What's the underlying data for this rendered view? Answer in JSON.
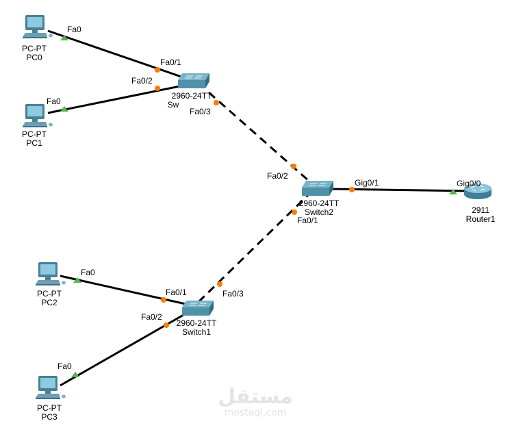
{
  "colors": {
    "link": "#000000",
    "port_up": "#ff7a00",
    "port_green": "#52b848",
    "switch_top": "#6aa7bb",
    "switch_side": "#3d7e93",
    "pc_screen": "#7dbfd6",
    "pc_body": "#5b8fa5",
    "router_body": "#4f93ab"
  },
  "devices": [
    {
      "id": "pc0",
      "type": "pc",
      "model": "PC-PT",
      "name": "PC0"
    },
    {
      "id": "pc1",
      "type": "pc",
      "model": "PC-PT",
      "name": "PC1"
    },
    {
      "id": "pc2",
      "type": "pc",
      "model": "PC-PT",
      "name": "PC2"
    },
    {
      "id": "pc3",
      "type": "pc",
      "model": "PC-PT",
      "name": "PC3"
    },
    {
      "id": "switch0",
      "type": "switch",
      "model": "2960-24TT",
      "name": "Sw"
    },
    {
      "id": "switch1",
      "type": "switch",
      "model": "2960-24TT",
      "name": "Switch1"
    },
    {
      "id": "switch2",
      "type": "switch",
      "model": "2960-24TT",
      "name": "Switch2"
    },
    {
      "id": "router1",
      "type": "router",
      "model": "2911",
      "name": "Router1"
    }
  ],
  "links": [
    {
      "from": "pc0",
      "from_port": "Fa0",
      "to": "switch0",
      "to_port": "Fa0/1",
      "style": "solid"
    },
    {
      "from": "pc1",
      "from_port": "Fa0",
      "to": "switch0",
      "to_port": "Fa0/2",
      "style": "solid"
    },
    {
      "from": "switch0",
      "from_port": "Fa0/3",
      "to": "switch2",
      "to_port": "Fa0/2",
      "style": "dashed"
    },
    {
      "from": "switch1",
      "from_port": "Fa0/3",
      "to": "switch2",
      "to_port": "Fa0/1",
      "style": "dashed"
    },
    {
      "from": "switch2",
      "from_port": "Gig0/1",
      "to": "router1",
      "to_port": "Gig0/0",
      "style": "solid"
    },
    {
      "from": "pc2",
      "from_port": "Fa0",
      "to": "switch1",
      "to_port": "Fa0/1",
      "style": "solid"
    },
    {
      "from": "pc3",
      "from_port": "Fa0",
      "to": "switch1",
      "to_port": "Fa0/2",
      "style": "solid"
    }
  ],
  "port_labels": {
    "pc0_fa0": "Fa0",
    "pc1_fa0": "Fa0",
    "pc2_fa0": "Fa0",
    "pc3_fa0": "Fa0",
    "sw0_fa01": "Fa0/1",
    "sw0_fa02": "Fa0/2",
    "sw0_fa03": "Fa0/3",
    "sw2_fa02": "Fa0/2",
    "sw2_fa01": "Fa0/1",
    "sw2_gig01": "Gig0/1",
    "r1_gig00": "Gig0/0",
    "sw1_fa01": "Fa0/1",
    "sw1_fa02": "Fa0/2",
    "sw1_fa03": "Fa0/3"
  },
  "watermark": {
    "arabic": "مستقل",
    "latin": "mostaql.com"
  }
}
